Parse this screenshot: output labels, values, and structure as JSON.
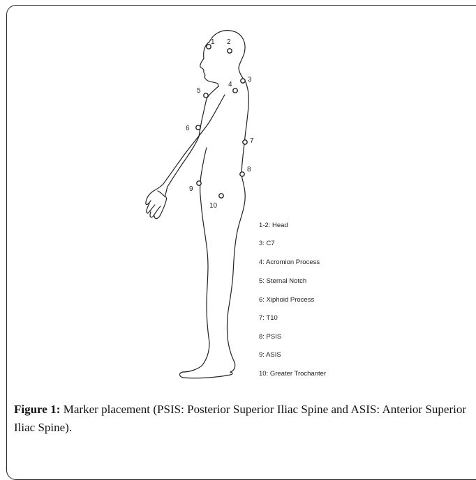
{
  "figure": {
    "markers": [
      "1",
      "2",
      "3",
      "4",
      "5",
      "6",
      "7",
      "8",
      "9",
      "10"
    ],
    "legend": [
      "1-2: Head",
      "3: C7",
      "4: Acromion Process",
      "5: Sternal Notch",
      "6: Xiphoid Process",
      "7: T10",
      "8: PSIS",
      "9: ASIS",
      "10: Greater Trochanter"
    ]
  },
  "caption": {
    "label": "Figure 1:",
    "text": " Marker placement (PSIS: Posterior Superior Iliac Spine and ASIS: Anterior Superior Iliac Spine)."
  }
}
